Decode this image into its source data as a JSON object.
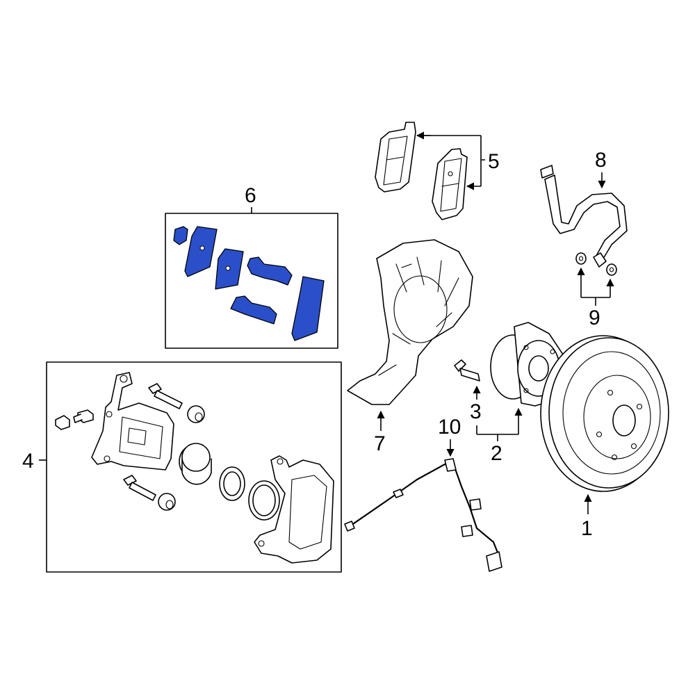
{
  "colors": {
    "highlight": "#2a4fc9",
    "highlight_dark": "#1f3a9c",
    "line": "#000000",
    "background": "#ffffff"
  },
  "callouts": {
    "c1": "1",
    "c2": "2",
    "c3": "3",
    "c4": "4",
    "c5": "5",
    "c6": "6",
    "c7": "7",
    "c8": "8",
    "c9": "9",
    "c10": "10"
  }
}
